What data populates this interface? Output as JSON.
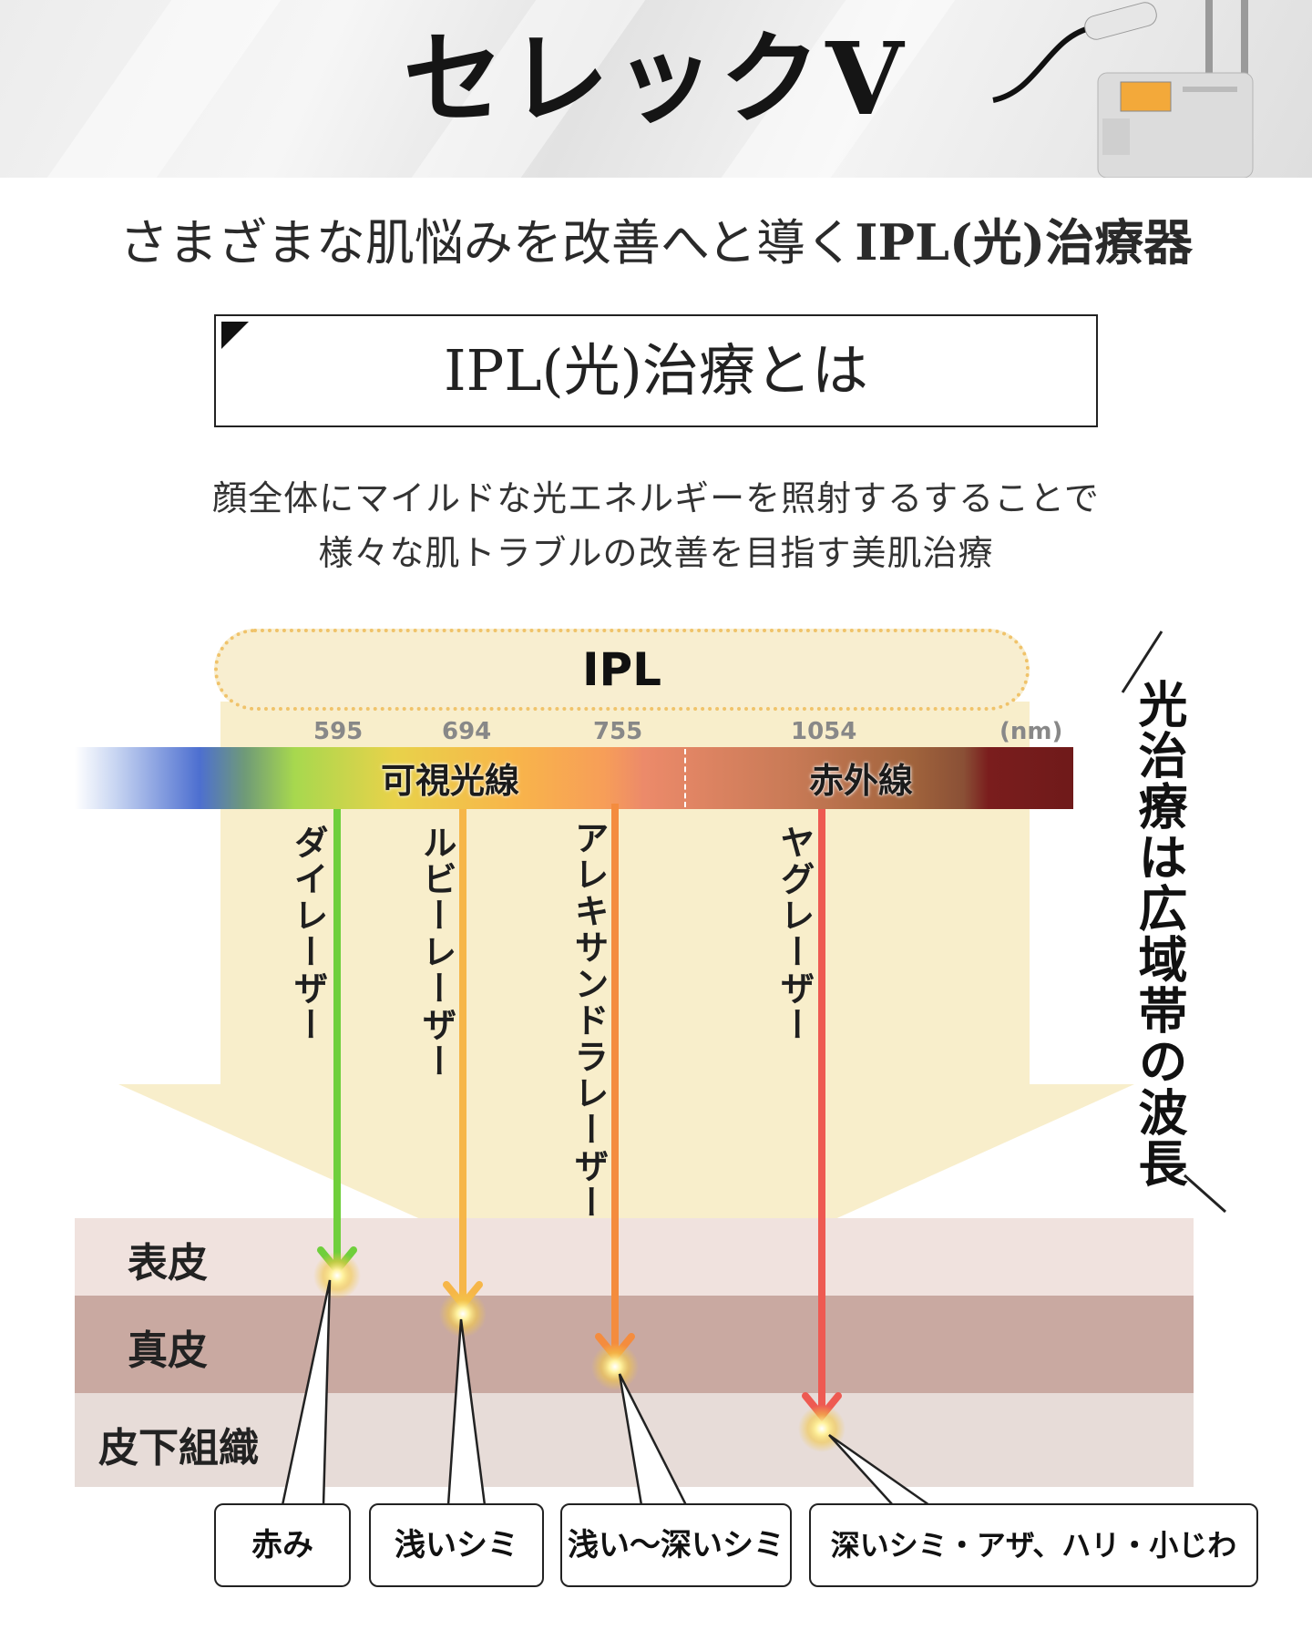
{
  "header": {
    "brand": "セレックV",
    "subtitle_regular": "さまざまな肌悩みを改善へと導く",
    "subtitle_bold": "IPL(光)治療器"
  },
  "section": {
    "title": "IPL(光)治療とは"
  },
  "description": {
    "line1": "顔全体にマイルドな光エネルギーを照射するすることで",
    "line2": "様々な肌トラブルの改善を目指す美肌治療"
  },
  "diagram": {
    "ipl_label": "IPL",
    "wavelengths": [
      "595",
      "694",
      "755",
      "1054",
      "(nm)"
    ],
    "bands": [
      "可視光線",
      "赤外線"
    ],
    "lasers": [
      {
        "name": "ダイレーザー",
        "color": "#6fcf3c"
      },
      {
        "name": "ルビーレーザー",
        "color": "#f6b648"
      },
      {
        "name": "アレキサンドラレーザー",
        "color": "#f48c3e"
      },
      {
        "name": "ヤグレーザー",
        "color": "#ee5a52"
      }
    ],
    "side_caption": "光治療は広域帯の波長",
    "layers": [
      {
        "name": "表皮",
        "color": "#f0e2de"
      },
      {
        "name": "真皮",
        "color": "#c9a9a1"
      },
      {
        "name": "皮下組織",
        "color": "#e7dcd8"
      }
    ],
    "results": [
      "赤み",
      "浅いシミ",
      "浅い〜深いシミ",
      "深いシミ・アザ、ハリ・小じわ"
    ]
  },
  "colors": {
    "beam": "#f8eecb",
    "pill_border": "#f0c36a"
  }
}
